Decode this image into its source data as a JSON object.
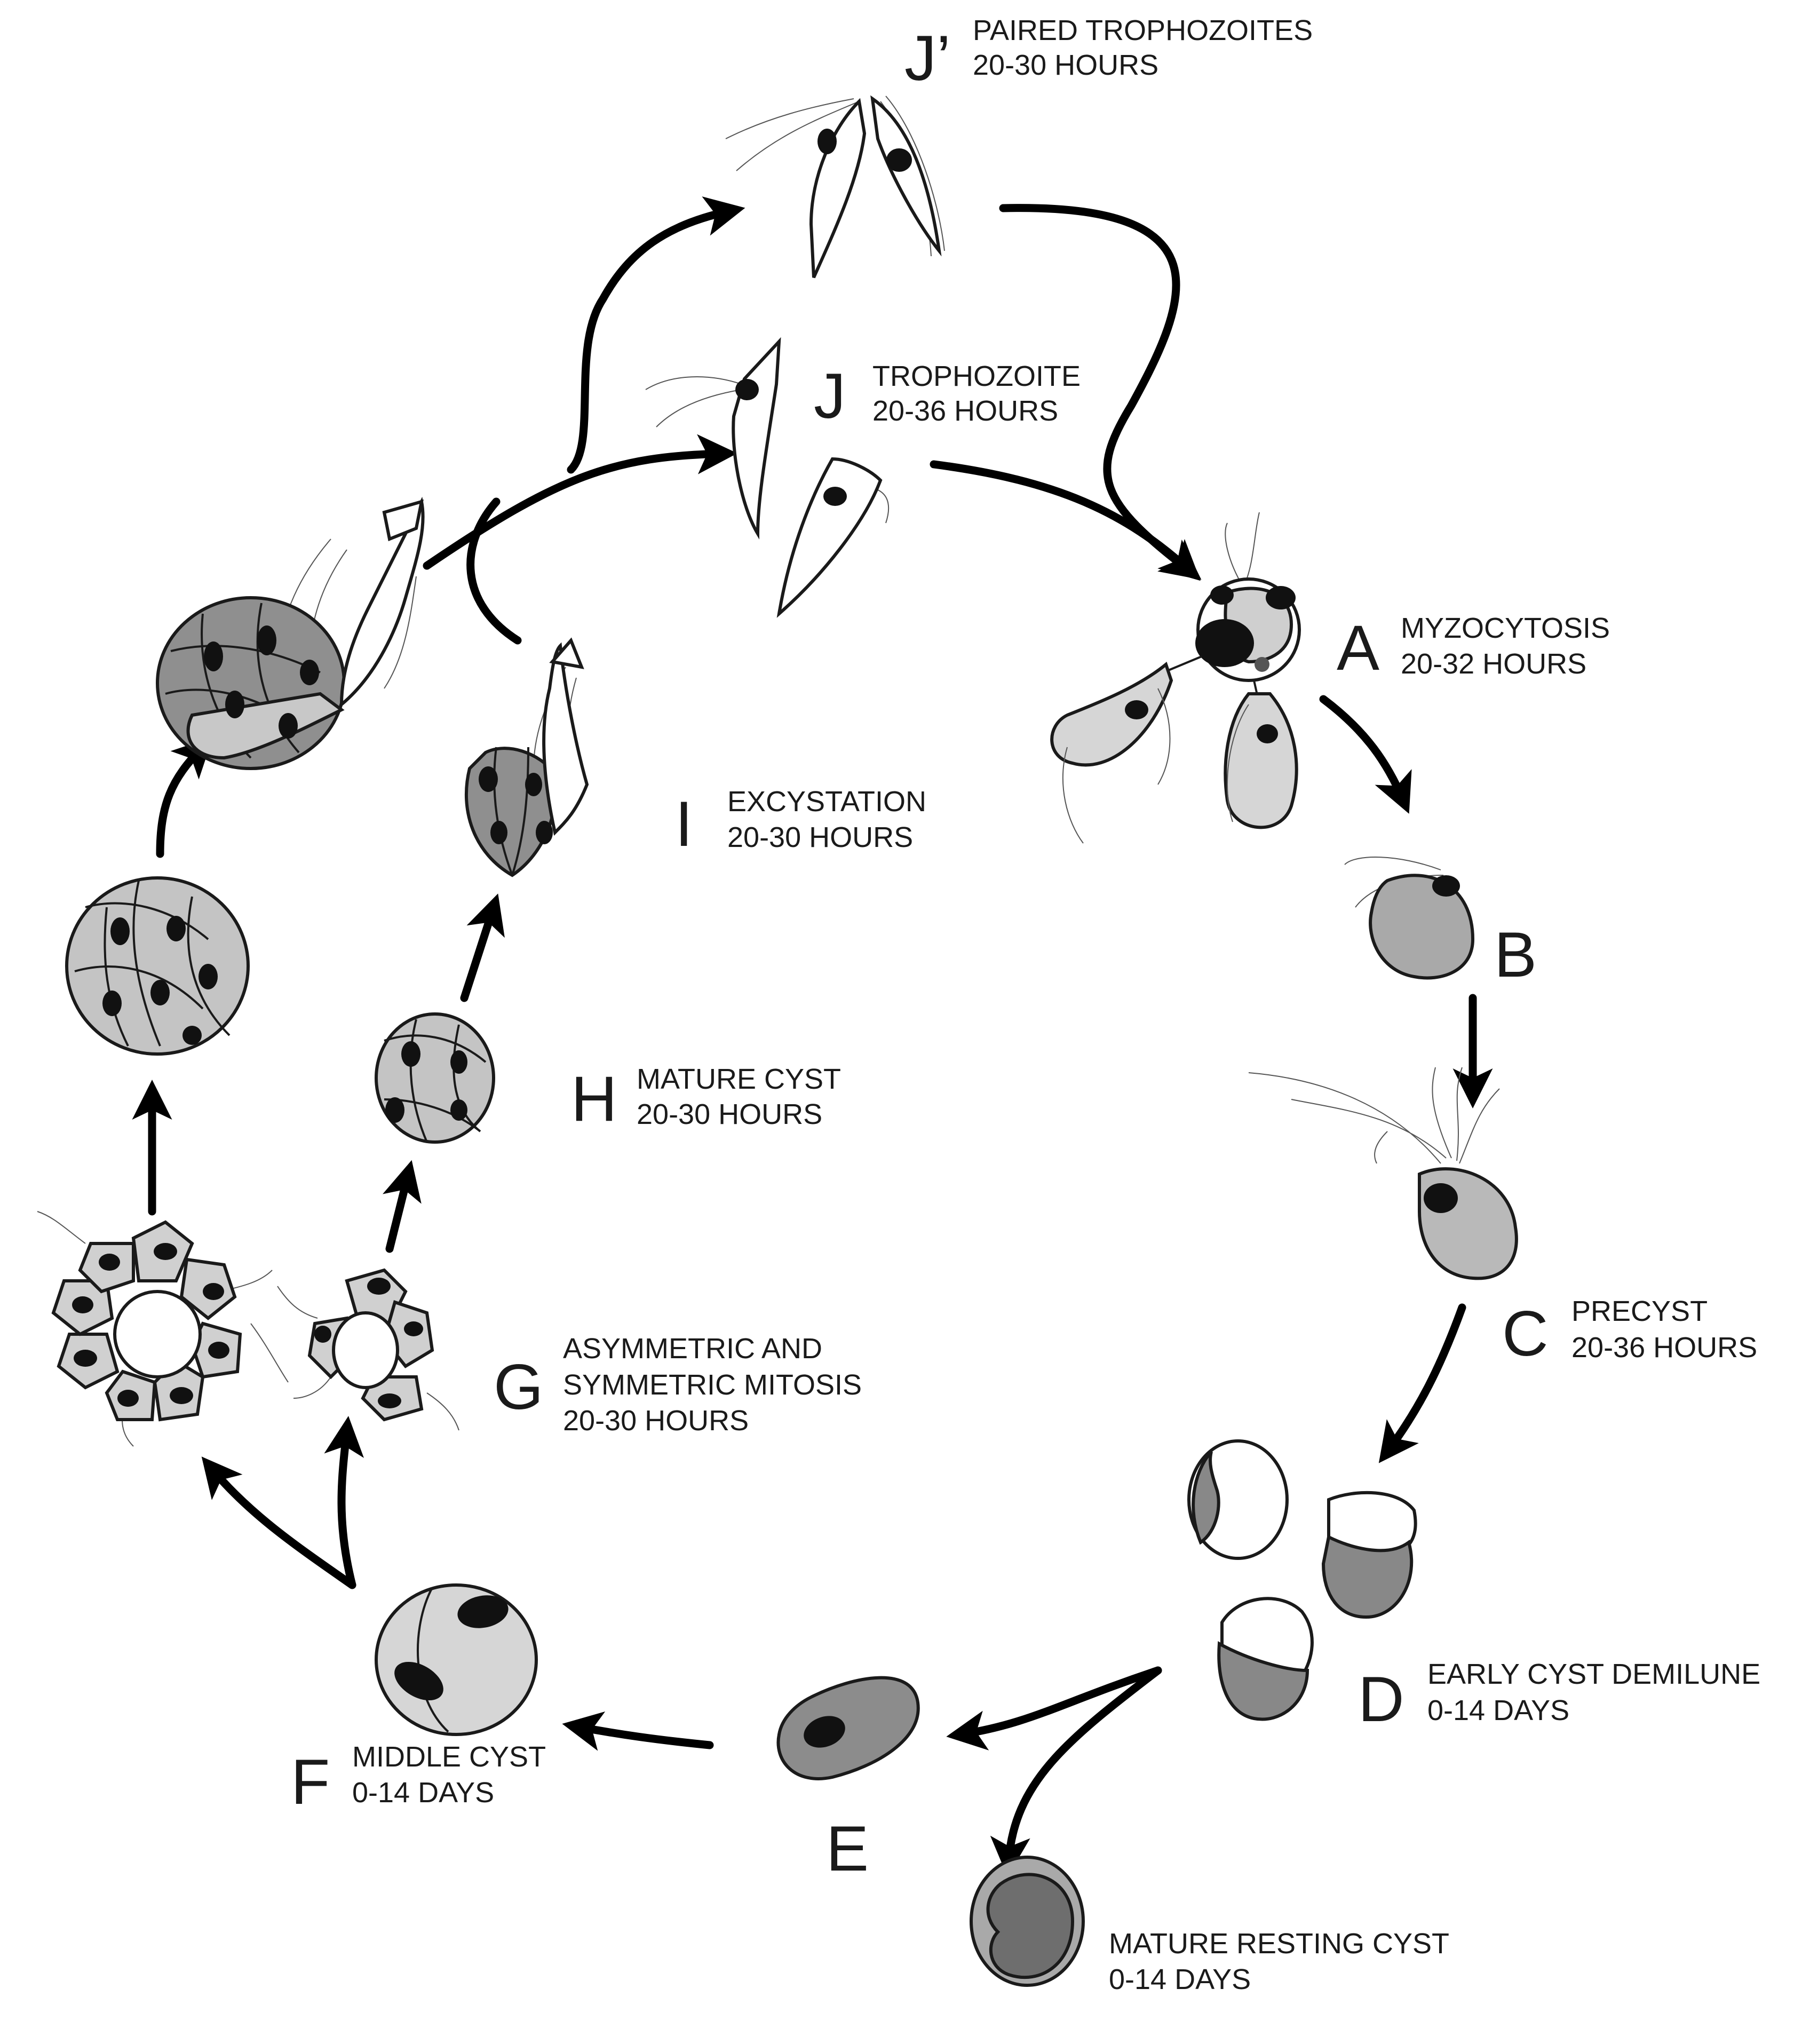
{
  "stages": [
    {
      "id": "J'",
      "letter": "J’",
      "line1": "PAIRED TROPHOZOITES",
      "line2": "20-30 HOURS"
    },
    {
      "id": "J",
      "letter": "J",
      "line1": "TROPHOZOITE",
      "line2": "20-36 HOURS"
    },
    {
      "id": "A",
      "letter": "A",
      "line1": "MYZOCYTOSIS",
      "line2": "20-32 HOURS"
    },
    {
      "id": "B",
      "letter": "B"
    },
    {
      "id": "C",
      "letter": "C",
      "line1": "PRECYST",
      "line2": "20-36 HOURS"
    },
    {
      "id": "D",
      "letter": "D",
      "line1": "EARLY CYST DEMILUNE",
      "line2": "0-14 DAYS"
    },
    {
      "id": "E",
      "letter": "E"
    },
    {
      "id": "resting",
      "line1": "MATURE RESTING CYST",
      "line2": "0-14 DAYS"
    },
    {
      "id": "F",
      "letter": "F",
      "line1": "MIDDLE CYST",
      "line2": "0-14 DAYS"
    },
    {
      "id": "G",
      "letter": "G",
      "line1": "ASYMMETRIC AND",
      "line2": "SYMMETRIC MITOSIS",
      "line3": "20-30 HOURS"
    },
    {
      "id": "H",
      "letter": "H",
      "line1": "MATURE CYST",
      "line2": "20-30 HOURS"
    },
    {
      "id": "I",
      "letter": "I",
      "line1": "EXCYSTATION",
      "line2": "20-30 HOURS"
    }
  ],
  "colors": {
    "light_gray": "#d6d6d6",
    "mid_gray": "#9e9e9e",
    "dark_gray": "#6e6e6e",
    "ink": "#111111"
  }
}
